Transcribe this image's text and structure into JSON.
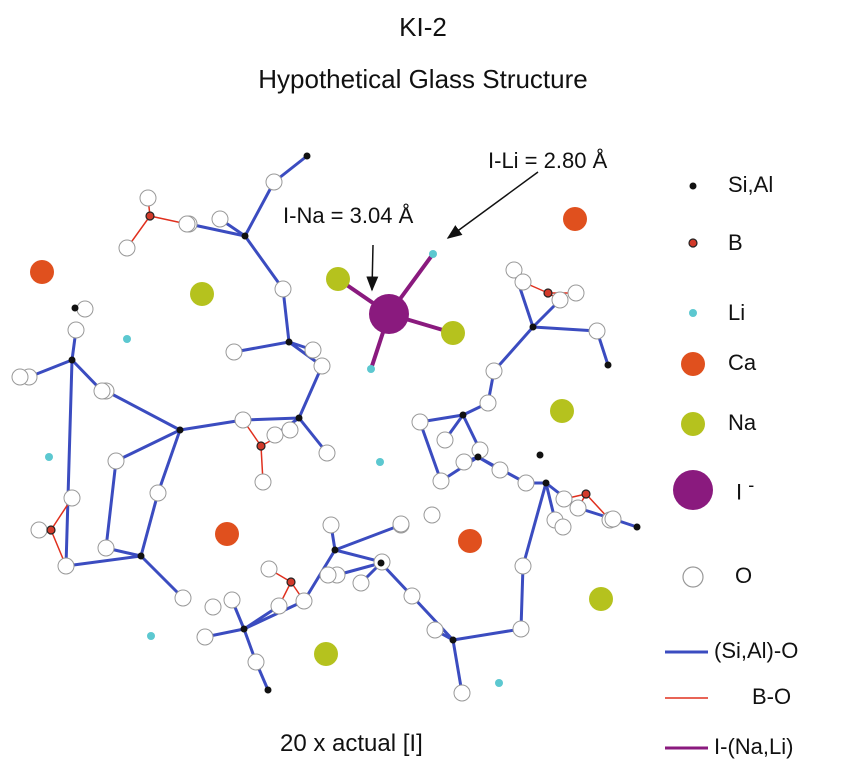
{
  "title": "KI-2",
  "subtitle": "Hypothetical Glass Structure",
  "annotations": {
    "i_na": "I-Na = 3.04 Å",
    "i_li": "I-Li = 2.80 Å"
  },
  "caption": "20 x actual [I]",
  "legend": {
    "atoms": [
      {
        "label": "Si,Al",
        "color": "#111111",
        "kind": "si"
      },
      {
        "label": "B",
        "color": "#d23a2a",
        "kind": "b"
      },
      {
        "label": "Li",
        "color": "#5cc8d0",
        "kind": "li"
      },
      {
        "label": "Ca",
        "color": "#e0501e",
        "kind": "ca"
      },
      {
        "label": "Na",
        "color": "#b5c21e",
        "kind": "na"
      },
      {
        "label": "I",
        "color": "#8a1a7e",
        "kind": "i"
      },
      {
        "label": "O",
        "color": "#ffffff",
        "kind": "o"
      }
    ],
    "bonds": [
      {
        "label": "(Si,Al)-O",
        "color": "#3b4cc0"
      },
      {
        "label": "B-O",
        "color": "#e0301e"
      },
      {
        "label": "I-(Na,Li)",
        "color": "#8a1a7e"
      }
    ],
    "iodide_superscript": "-"
  }
}
